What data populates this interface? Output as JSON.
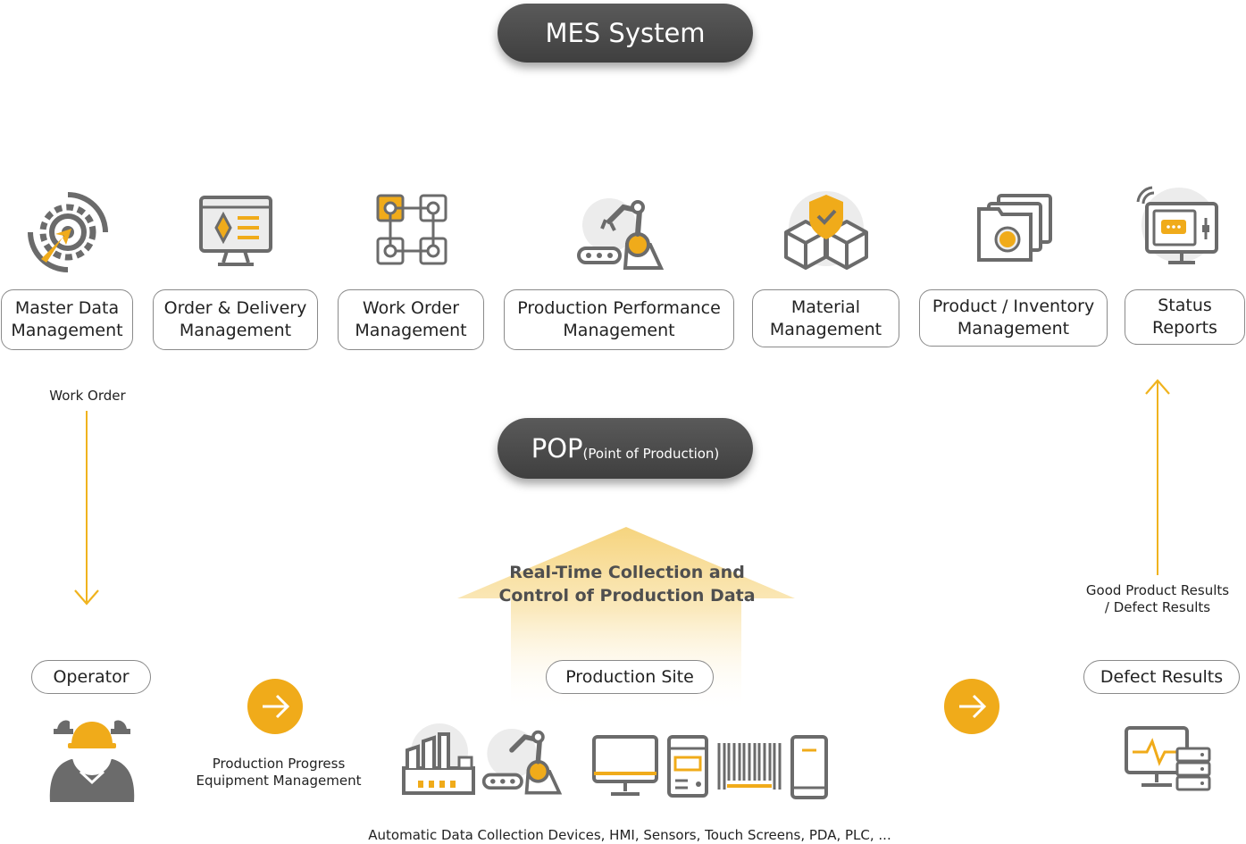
{
  "header": {
    "title": "MES System"
  },
  "modules": [
    {
      "line1": "Master Data",
      "line2": "Management"
    },
    {
      "line1": "Order & Delivery",
      "line2": "Management"
    },
    {
      "line1": "Work Order",
      "line2": "Management"
    },
    {
      "line1": "Production Performance",
      "line2": "Management"
    },
    {
      "line1": "Material",
      "line2": "Management"
    },
    {
      "line1": "Product / Inventory",
      "line2": "Management"
    },
    {
      "line1": "Status",
      "line2": "Reports"
    }
  ],
  "flow": {
    "work_order_label": "Work Order",
    "good_results_line1": "Good Product Results",
    "good_results_line2": "/ Defect Results",
    "progress_line1": "Production Progress",
    "progress_line2": "Equipment Management"
  },
  "pop": {
    "main": "POP",
    "sub": "(Point of Production)"
  },
  "collection": {
    "line1": "Real-Time Collection and",
    "line2": "Control of Production Data"
  },
  "bottom": {
    "operator": "Operator",
    "production_site": "Production Site",
    "defect_results": "Defect Results",
    "devices_caption": "Automatic Data Collection Devices, HMI, Sensors, Touch Screens, PDA, PLC, ..."
  },
  "colors": {
    "accent": "#f0ab1a",
    "dark": "#4a4a4a",
    "icon_gray": "#6b6b6b",
    "icon_bg": "#ececec"
  }
}
